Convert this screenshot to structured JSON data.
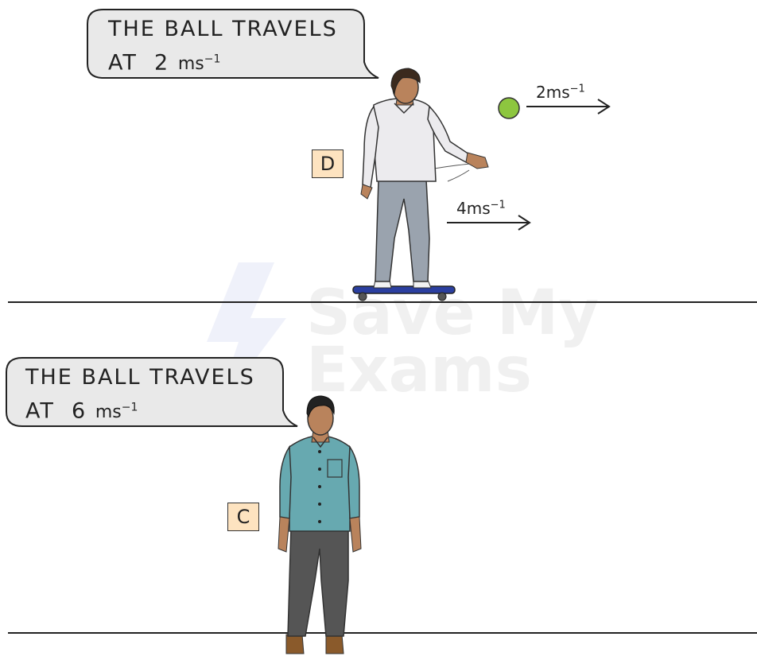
{
  "scene_top": {
    "speech": {
      "line1": "THE BALL TRAVELS",
      "line2_prefix": "AT",
      "value": "2",
      "unit": "ms",
      "exponent": "−1"
    },
    "person_label": "D",
    "ball_velocity": {
      "value": "2",
      "unit": "ms",
      "exponent": "−1"
    },
    "skater_velocity": {
      "value": "4",
      "unit": "ms",
      "exponent": "−1"
    },
    "colors": {
      "ball": "#8dc63f",
      "skateboard": "#2b3fa0",
      "label_fill": "#fde3c0"
    }
  },
  "scene_bottom": {
    "speech": {
      "line1": "THE BALL TRAVELS",
      "line2_prefix": "AT",
      "value": "6",
      "unit": "ms",
      "exponent": "−1"
    },
    "person_label": "C"
  },
  "watermark": {
    "line1": "Save My",
    "line2": "Exams"
  }
}
